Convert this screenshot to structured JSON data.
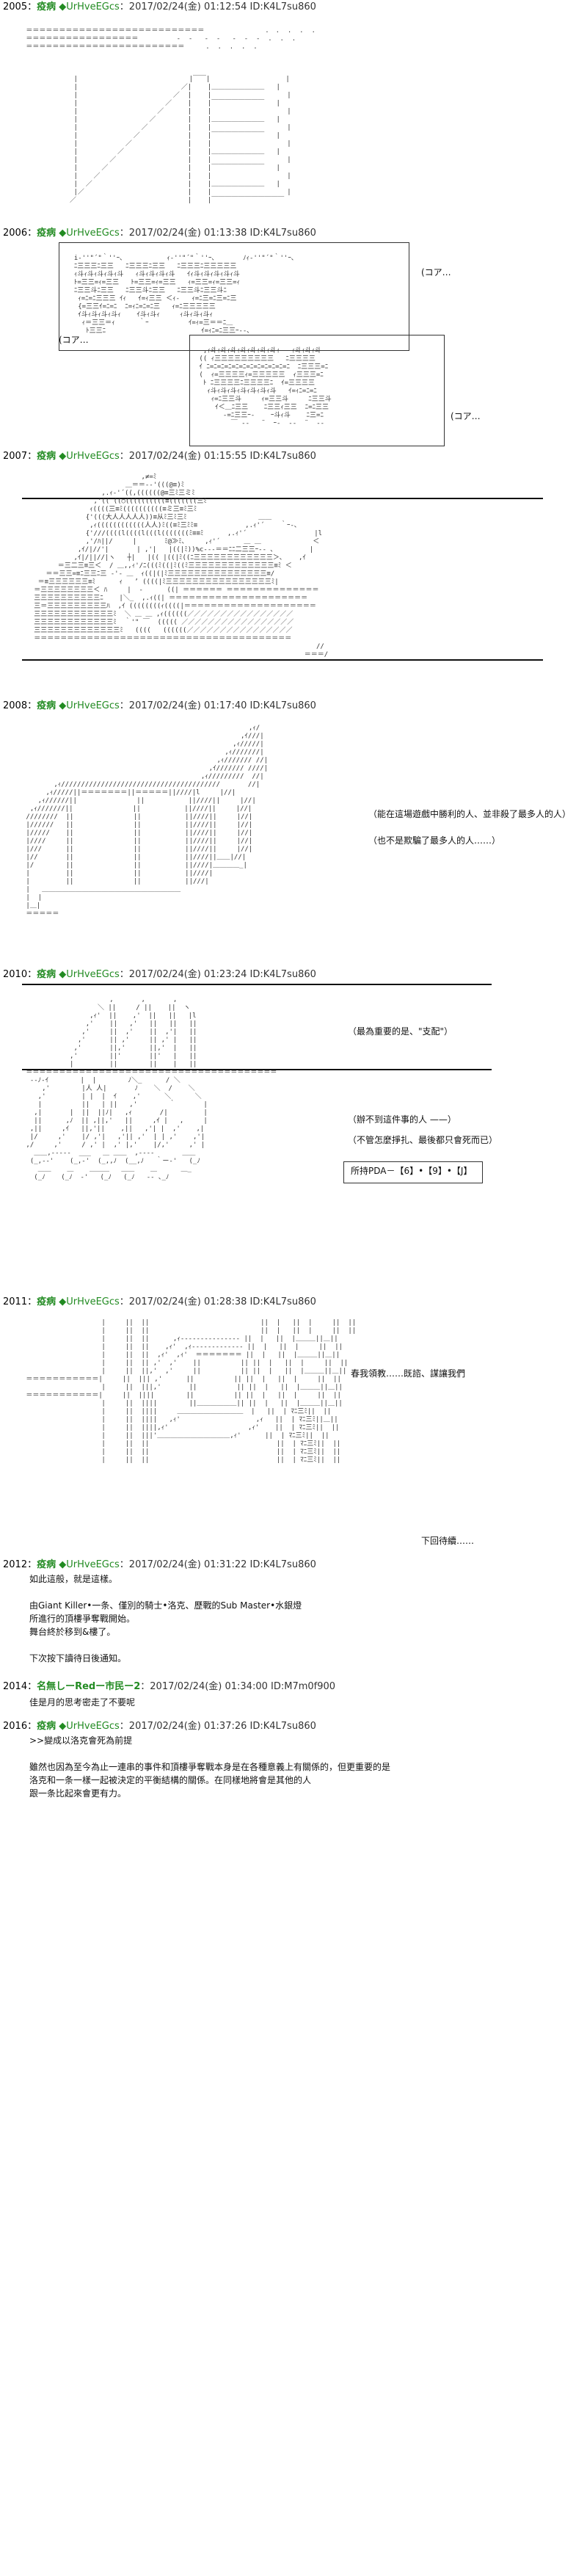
{
  "posts": [
    {
      "no": "2005：",
      "name": "疫病",
      "trip": "◆UrHveEGcs",
      "meta": "：2017/02/24(金) 01:12:54 ID:K4L7su860"
    },
    {
      "no": "2006：",
      "name": "疫病",
      "trip": "◆UrHveEGcs",
      "meta": "：2017/02/24(金) 01:13:38 ID:K4L7su860"
    },
    {
      "no": "2007：",
      "name": "疫病",
      "trip": "◆UrHveEGcs",
      "meta": "：2017/02/24(金) 01:15:55 ID:K4L7su860"
    },
    {
      "no": "2008：",
      "name": "疫病",
      "trip": "◆UrHveEGcs",
      "meta": "：2017/02/24(金) 01:17:40 ID:K4L7su860"
    },
    {
      "no": "2010：",
      "name": "疫病",
      "trip": "◆UrHveEGcs",
      "meta": "：2017/02/24(金) 01:23:24 ID:K4L7su860"
    },
    {
      "no": "2011：",
      "name": "疫病",
      "trip": "◆UrHveEGcs",
      "meta": "：2017/02/24(金) 01:28:38 ID:K4L7su860"
    },
    {
      "no": "2012：",
      "name": "疫病",
      "trip": "◆UrHveEGcs",
      "meta": "：2017/02/24(金) 01:31:22 ID:K4L7su860"
    },
    {
      "no": "2014：",
      "name": "名無しーRedー市民ー2",
      "trip": "",
      "meta": "：2017/02/24(金) 01:34:00 ID:M7m0f900"
    },
    {
      "no": "2016：",
      "name": "疫病",
      "trip": "◆UrHveEGcs",
      "meta": "：2017/02/24(金) 01:37:26 ID:K4L7su860"
    }
  ],
  "bubbles": {
    "b1": "(コア…",
    "b2": "(コア…",
    "b3": "(コア…",
    "b4": "（能在這場遊戲中勝利的人、並非殺了最多人的人）",
    "b5": "（也不是欺騙了最多人的人……）",
    "b6": "（最為重要的是、\"支配\"）",
    "b7": "（辦不到這件事的人 ——）",
    "b8": "（不管怎麼掙扎、最後都只會死而已）",
    "pda": "所持PDA－【6】•【9】•【J】",
    "b9": "春我領教……既諮、謀讓我們",
    "next": "下回待續……"
  },
  "texts": {
    "p2012_l1": "如此這般，就是這樣。",
    "p2012_l2": "由Giant Killer•一条、僅別的騎士•洛克、歷戰的Sub Master•水銀燈",
    "p2012_l3": "所進行的頂樓爭奪戰開始。",
    "p2012_l4": "舞台終於移到&樓了。",
    "p2012_l5": "下次按下讀待日後通知。",
    "p2014_l1": "佳是月的思考密走了不要呢",
    "p2016_l1": ">>變成以洛克會死為前提",
    "p2016_l2": "雖然也因為至今為止一連串的事件和頂樓爭奪戰本身是在各種意義上有關係的，但更重要的是",
    "p2016_l3": "洛克和一条一樣一起被決定的平衡結構的關係。在同樣地將會是其他的人",
    "p2016_l4": "跟一条比起來會更有力。"
  }
}
